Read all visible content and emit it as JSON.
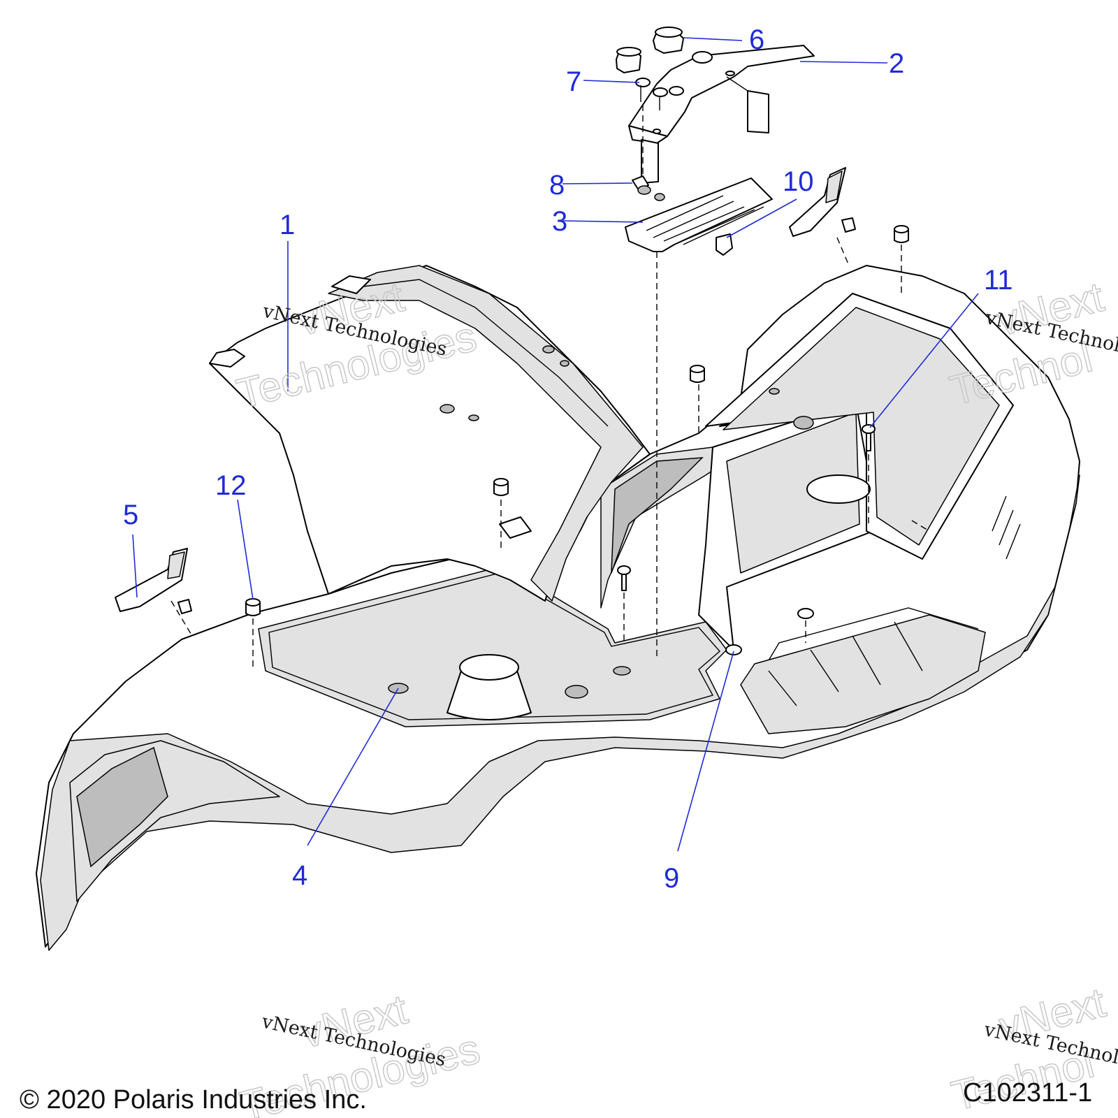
{
  "diagram": {
    "callouts": [
      "1",
      "2",
      "3",
      "4",
      "5",
      "6",
      "7",
      "8",
      "9",
      "10",
      "11",
      "12"
    ],
    "watermark_text": "vNext Technologies",
    "watermark_big_1": "vNext",
    "watermark_big_2": "Technologies",
    "watermark_right": "vNext Technolo",
    "watermark_big_right_1": "vNext",
    "watermark_big_right_2": "Technol",
    "copyright": "© 2020 Polaris Industries Inc.",
    "figure_id": "C102311-1",
    "colors": {
      "callout": "#1f2bd6",
      "line": "#000000",
      "shade": "#e2e2e2"
    }
  }
}
